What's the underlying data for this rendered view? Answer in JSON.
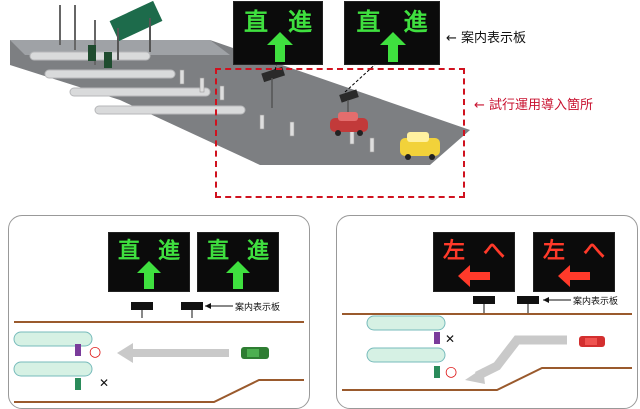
{
  "top": {
    "sign_left": {
      "c1": "直",
      "c2": "進",
      "arrow": "up",
      "color": "#3fe03f"
    },
    "sign_right": {
      "c1": "直",
      "c2": "進",
      "arrow": "up",
      "color": "#3fe03f"
    },
    "sign_label": "案内表示板",
    "trial_label": "試行運用導入箇所"
  },
  "bottom_left": {
    "sign1": {
      "c1": "直",
      "c2": "進",
      "arrow": "up",
      "color": "#3fe03f"
    },
    "sign2": {
      "c1": "直",
      "c2": "進",
      "arrow": "up",
      "color": "#3fe03f"
    },
    "sign_label": "案内表示板",
    "lane_marks": [
      "○",
      "✕"
    ]
  },
  "bottom_right": {
    "sign1": {
      "c1": "左",
      "c2": "へ",
      "arrow": "left",
      "color": "#ff3a2a"
    },
    "sign2": {
      "c1": "左",
      "c2": "へ",
      "arrow": "left",
      "color": "#ff3a2a"
    },
    "sign_label": "案内表示板",
    "lane_marks": [
      "✕",
      "○"
    ]
  },
  "colors": {
    "sign_bg": "#0b0b0b",
    "green": "#3fe03f",
    "red": "#ff3a2a",
    "accent_red": "#c8102e"
  }
}
